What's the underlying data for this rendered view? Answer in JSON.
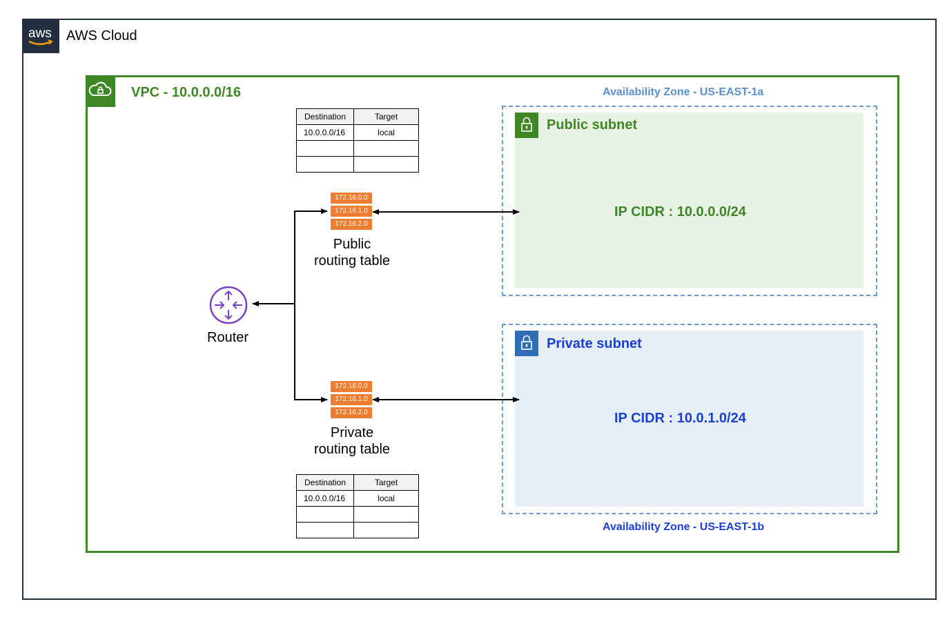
{
  "cloud": {
    "logo_text": "aws",
    "title": "AWS Cloud"
  },
  "vpc": {
    "title": "VPC - 10.0.0.0/16"
  },
  "availability_zones": [
    {
      "label": "Availability Zone - US-EAST-1a"
    },
    {
      "label": "Availability Zone - US-EAST-1b"
    }
  ],
  "subnets": {
    "public": {
      "title": "Public subnet",
      "cidr": "IP CIDR : 10.0.0.0/24"
    },
    "private": {
      "title": "Private subnet",
      "cidr": "IP CIDR : 10.0.1.0/24"
    }
  },
  "route_tables": {
    "headers": [
      "Destination",
      "Target"
    ],
    "public": {
      "rows": [
        [
          "10.0.0.0/16",
          "local"
        ],
        [
          "",
          ""
        ],
        [
          "",
          ""
        ]
      ],
      "icon_rows": [
        "172.16.0.0",
        "172.16.1.0",
        "172.16.2.0"
      ],
      "label_line1": "Public",
      "label_line2": "routing table"
    },
    "private": {
      "rows": [
        [
          "10.0.0.0/16",
          "local"
        ],
        [
          "",
          ""
        ],
        [
          "",
          ""
        ]
      ],
      "icon_rows": [
        "172.16.0.0",
        "172.16.1.0",
        "172.16.2.0"
      ],
      "label_line1": "Private",
      "label_line2": "routing table"
    }
  },
  "router": {
    "label": "Router"
  },
  "icons": {
    "aws_logo": "aws-logo-icon",
    "vpc": "cloud-lock-icon",
    "subnet": "padlock-icon",
    "router": "router-icon",
    "route_table": "route-table-icon"
  },
  "colors": {
    "aws_dark": "#232f3e",
    "vpc_green": "#3f8624",
    "public_fill": "#e8f2e4",
    "private_fill": "#e6eff8",
    "private_text": "#1a3fd1",
    "az_dash": "#6b9bd2",
    "route_table_orange": "#ed7d31",
    "router_purple": "#7b3fc4"
  }
}
